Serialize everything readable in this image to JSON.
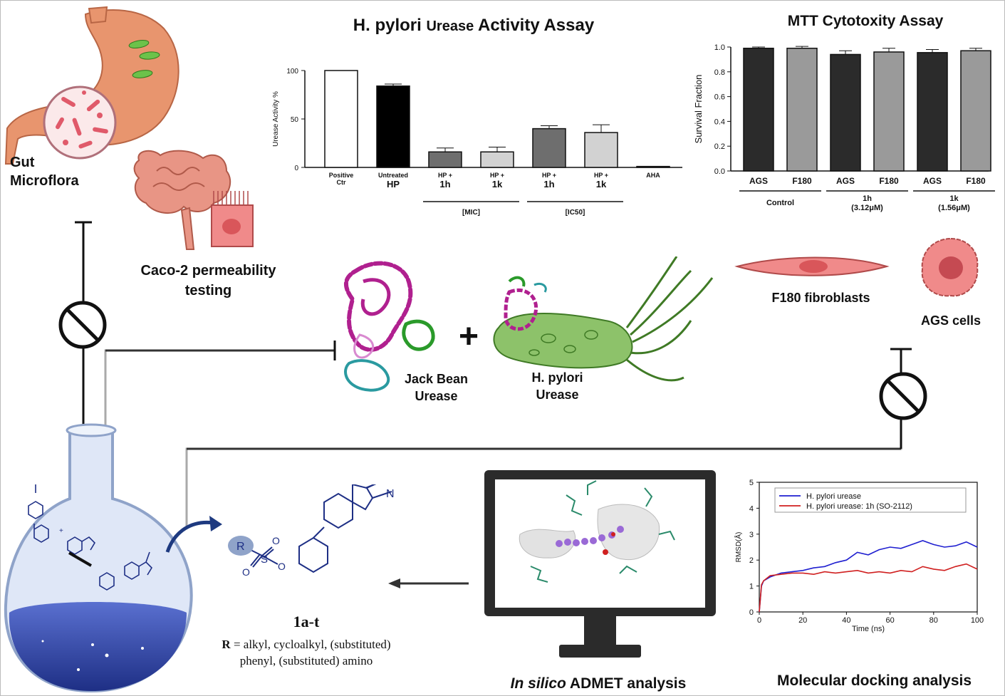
{
  "labels": {
    "gut_microflora_line1": "Gut",
    "gut_microflora_line2": "Microflora",
    "caco2_line1": "Caco-2 permeability",
    "caco2_line2": "testing",
    "jack_bean_line1": "Jack Bean",
    "jack_bean_line2": "Urease",
    "hpylori_line1": "H. pylori",
    "hpylori_line2": "Urease",
    "plus": "+",
    "f180": "F180 fibroblasts",
    "ags": "AGS cells",
    "compound_id": "1a-t",
    "r_def_bold": "R",
    "r_def_line1": " = alkyl, cycloalkyl, (substituted)",
    "r_def_line2": "phenyl, (substituted) amino",
    "admet_italic": "In silico",
    "admet_rest": " ADMET analysis",
    "docking": "Molecular docking analysis"
  },
  "chart_data": [
    {
      "type": "bar",
      "title_part1": "H. pylori",
      "title_part2": "Urease",
      "title_part3": "Activity Assay",
      "ylabel": "Urease Activity %",
      "ylim": [
        0,
        100
      ],
      "yticks": [
        "0",
        "50",
        "100"
      ],
      "categories": [
        "Positive Ctr",
        "Untreated HP",
        "HP + 1h",
        "HP + 1k",
        "HP + 1h",
        "HP + 1k",
        "AHA"
      ],
      "category_lines": [
        [
          "Positive",
          "Ctr"
        ],
        [
          "Untreated",
          "HP"
        ],
        [
          "HP +",
          "1h"
        ],
        [
          "HP +",
          "1k"
        ],
        [
          "HP +",
          "1h"
        ],
        [
          "HP +",
          "1k"
        ],
        [
          "AHA"
        ]
      ],
      "values": [
        100,
        84,
        16,
        16,
        40,
        36,
        1
      ],
      "errors": [
        0,
        2,
        4,
        5,
        3,
        8,
        0
      ],
      "fill_colors": [
        "#ffffff",
        "#000000",
        "#6e6e6e",
        "#d2d2d2",
        "#6e6e6e",
        "#d2d2d2",
        "#333333"
      ],
      "groups": [
        "[MIC]",
        "[IC50]"
      ]
    },
    {
      "type": "bar",
      "title": "MTT Cytotoxity Assay",
      "ylabel": "Survival Fraction",
      "ylim": [
        0,
        1.0
      ],
      "yticks": [
        "0.0",
        "0.2",
        "0.4",
        "0.6",
        "0.8",
        "1.0"
      ],
      "categories": [
        "AGS",
        "F180",
        "AGS",
        "F180",
        "AGS",
        "F180"
      ],
      "values": [
        0.99,
        0.99,
        0.94,
        0.96,
        0.955,
        0.97
      ],
      "errors": [
        0.01,
        0.015,
        0.03,
        0.03,
        0.025,
        0.02
      ],
      "fill_colors": [
        "#2b2b2b",
        "#9a9a9a",
        "#2b2b2b",
        "#9a9a9a",
        "#2b2b2b",
        "#9a9a9a"
      ],
      "groups": [
        [
          "Control"
        ],
        [
          "1h",
          "(3.12μM)"
        ],
        [
          "1k",
          "(1.56μM)"
        ]
      ]
    },
    {
      "type": "line",
      "ylabel": "RMSD(Å)",
      "xlabel": "Time (ns)",
      "xlim": [
        0,
        100
      ],
      "ylim": [
        0,
        5
      ],
      "xticks": [
        "0",
        "20",
        "40",
        "60",
        "80",
        "100"
      ],
      "yticks": [
        "0",
        "1",
        "2",
        "3",
        "4",
        "5"
      ],
      "series": [
        {
          "name": "H. pylori urease",
          "color": "#1f1fd0",
          "x": [
            0,
            1,
            2,
            5,
            10,
            15,
            20,
            25,
            30,
            35,
            40,
            45,
            50,
            55,
            60,
            65,
            70,
            75,
            80,
            85,
            90,
            95,
            100
          ],
          "y": [
            0,
            1.0,
            1.2,
            1.35,
            1.5,
            1.55,
            1.6,
            1.7,
            1.75,
            1.9,
            2.0,
            2.3,
            2.2,
            2.4,
            2.5,
            2.45,
            2.6,
            2.75,
            2.6,
            2.5,
            2.55,
            2.7,
            2.5
          ]
        },
        {
          "name": "H. pylori urease: 1h (SO-2112)",
          "color": "#d01f1f",
          "x": [
            0,
            1,
            2,
            5,
            10,
            15,
            20,
            25,
            30,
            35,
            40,
            45,
            50,
            55,
            60,
            65,
            70,
            75,
            80,
            85,
            90,
            95,
            100
          ],
          "y": [
            0,
            1.05,
            1.2,
            1.4,
            1.45,
            1.5,
            1.5,
            1.45,
            1.55,
            1.5,
            1.55,
            1.6,
            1.5,
            1.55,
            1.5,
            1.6,
            1.55,
            1.75,
            1.65,
            1.6,
            1.75,
            1.85,
            1.65
          ]
        }
      ]
    }
  ],
  "colors": {
    "flask_liquid": "#2a3fa0",
    "bacterium": "#8dc26a",
    "stomach": "#e8956e",
    "cell_pink": "#f08a8a",
    "protein_magenta": "#b0208f",
    "protein_green": "#2a9a2a",
    "protein_teal": "#2a9aa0"
  }
}
